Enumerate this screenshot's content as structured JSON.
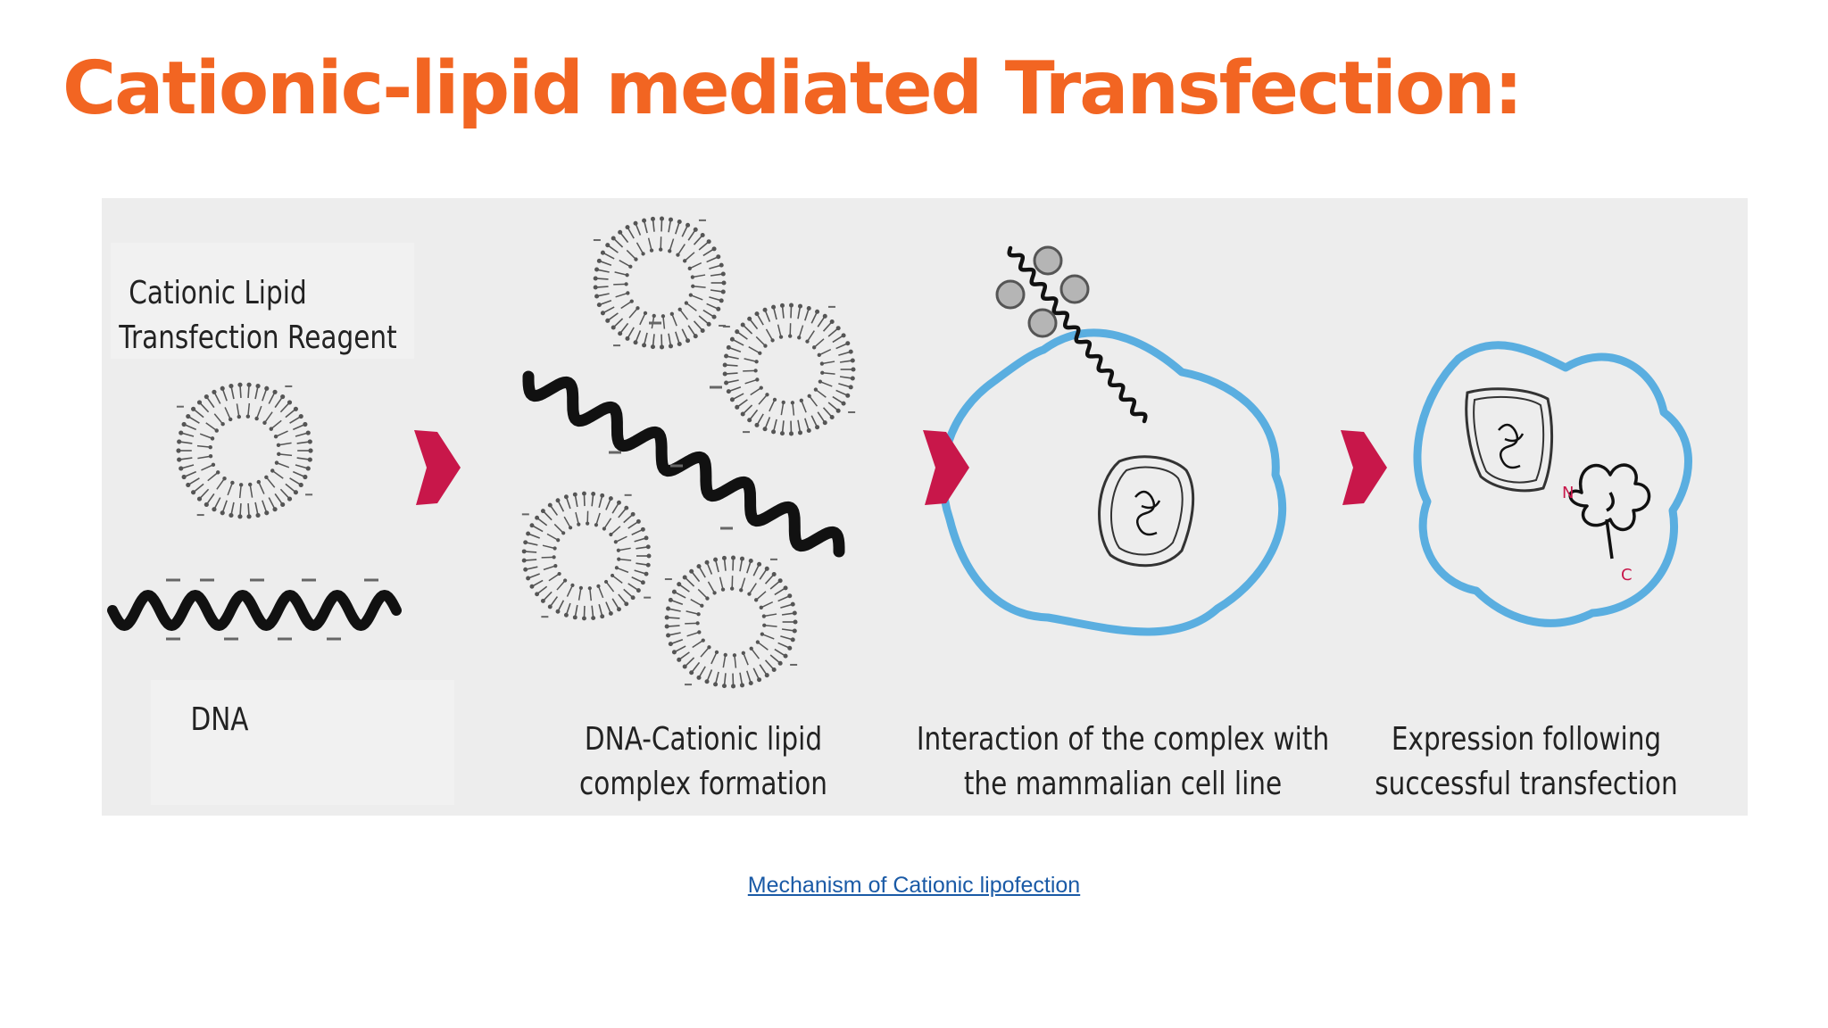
{
  "slide": {
    "title": "Cationic-lipid mediated Transfection:",
    "title_color": "#f26522"
  },
  "diagram": {
    "panel_color": "#ededed",
    "arrow_color": "#c8174a",
    "cell_membrane_color": "#5aaee0",
    "labels": {
      "reagent": [
        "Cationic Lipid",
        "Transfection Reagent"
      ],
      "dna": "DNA",
      "complex": [
        "DNA-Cationic lipid",
        "complex formation"
      ],
      "interaction": [
        "Interaction of the complex with",
        "the mammalian cell line"
      ],
      "expression": [
        "Expression following",
        "successful transfection"
      ]
    },
    "protein_termini": {
      "n": "N",
      "c": "C"
    }
  },
  "caption": {
    "link_text": "Mechanism of Cationic lipofection",
    "link_color": "#1a5aa6"
  }
}
